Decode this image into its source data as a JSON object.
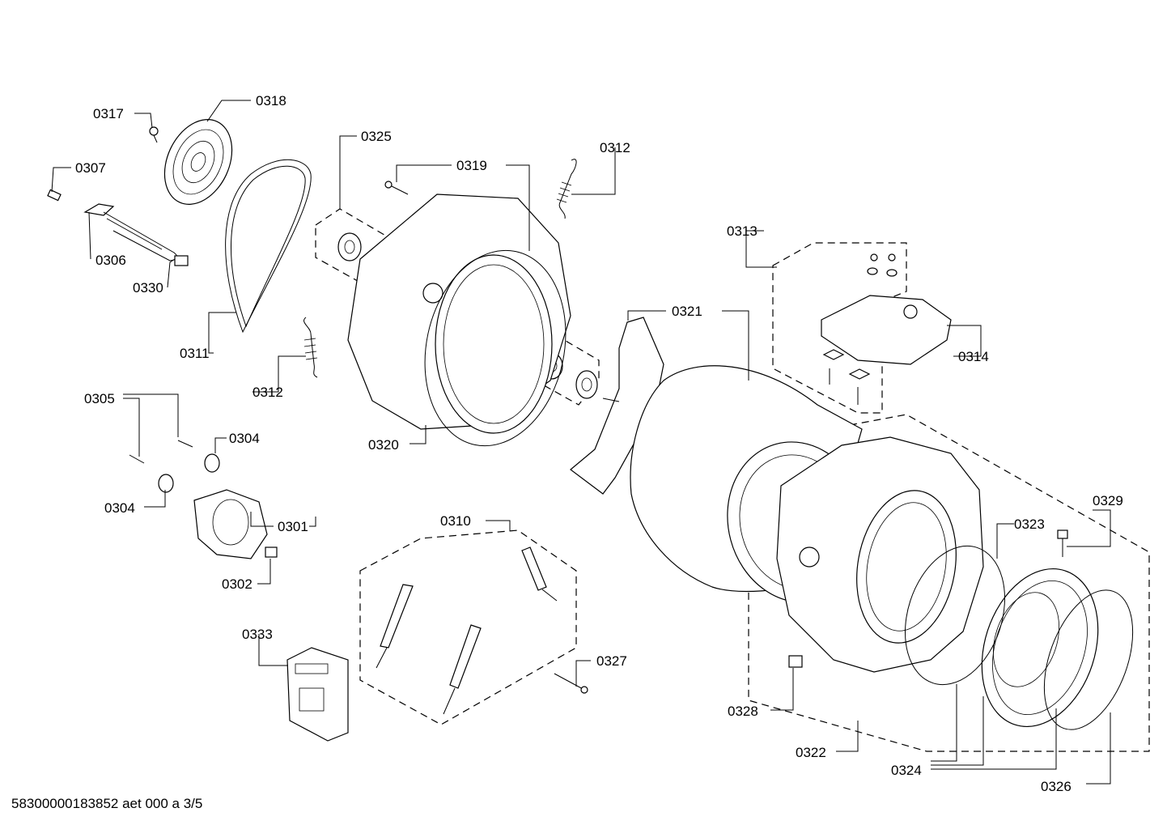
{
  "callouts": {
    "c0301": "0301",
    "c0302": "0302",
    "c0304a": "0304",
    "c0304b": "0304",
    "c0305": "0305",
    "c0306": "0306",
    "c0307": "0307",
    "c0310": "0310",
    "c0311": "0311",
    "c0312a": "0312",
    "c0312b": "0312",
    "c0313": "0313",
    "c0314": "0314",
    "c0317": "0317",
    "c0318": "0318",
    "c0319": "0319",
    "c0320": "0320",
    "c0321": "0321",
    "c0322": "0322",
    "c0323": "0323",
    "c0324": "0324",
    "c0325": "0325",
    "c0326": "0326",
    "c0327": "0327",
    "c0328": "0328",
    "c0329": "0329",
    "c0330": "0330",
    "c0333": "0333"
  },
  "footer": {
    "document_id": "58300000183852 aet 000 a 3/5"
  }
}
